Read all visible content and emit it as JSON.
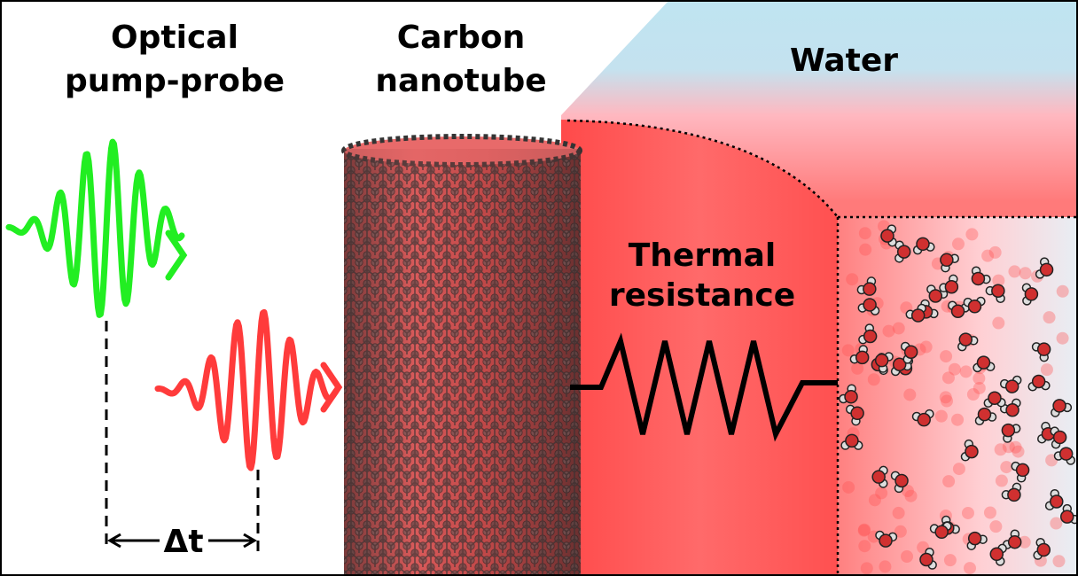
{
  "labels": {
    "pump_probe_line1": "Optical",
    "pump_probe_line2": "pump-probe",
    "nanotube_line1": "Carbon",
    "nanotube_line2": "nanotube",
    "water": "Water",
    "thermal_line1": "Thermal",
    "thermal_line2": "resistance",
    "delay": "Δt"
  },
  "colors": {
    "pump": "#22ee22",
    "probe": "#ff3b3b",
    "water_blue": "#bfe4f1",
    "hot_red": "#ff5a5a",
    "carbon": "#5a4a4a"
  }
}
